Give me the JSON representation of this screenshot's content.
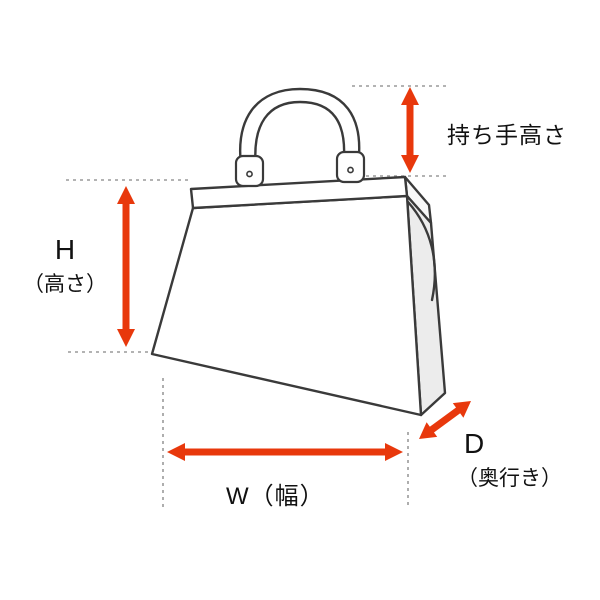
{
  "diagram": {
    "labels": {
      "handle_height": "持ち手高さ",
      "height_letter": "H",
      "height_paren": "（高さ）",
      "width": "W（幅）",
      "depth_letter": "D",
      "depth_paren": "（奥行き）"
    },
    "colors": {
      "arrow": "#e8380c",
      "outline": "#3a3a3a",
      "guide": "#9a9a9a",
      "background": "#ffffff"
    }
  }
}
